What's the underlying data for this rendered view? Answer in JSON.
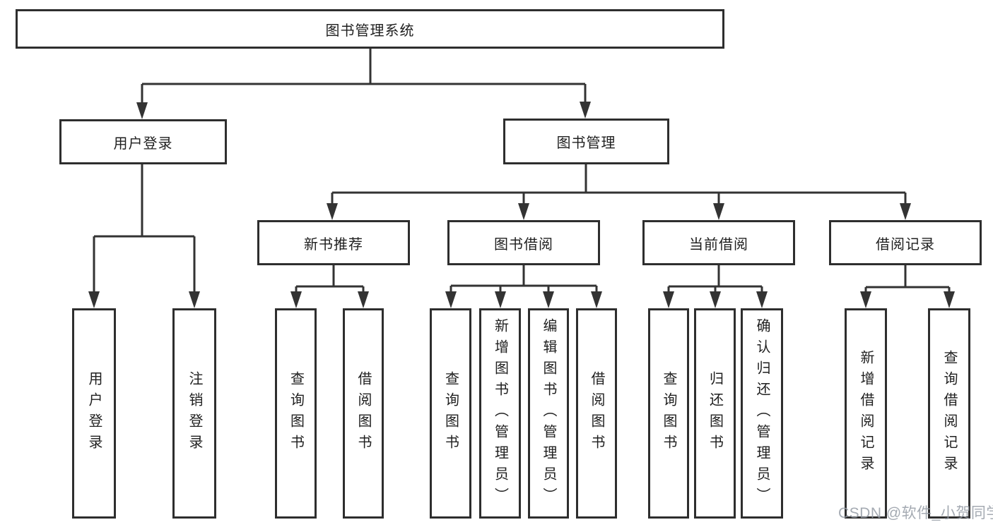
{
  "diagram_title": "图书管理系统",
  "tree": {
    "root": {
      "label": "图书管理系统",
      "children": [
        {
          "label": "用户登录",
          "children": [
            {
              "label": "用户登录"
            },
            {
              "label": "注销登录"
            }
          ]
        },
        {
          "label": "图书管理",
          "children": [
            {
              "label": "新书推荐",
              "children": [
                {
                  "label": "查询图书"
                },
                {
                  "label": "借阅图书"
                }
              ]
            },
            {
              "label": "图书借阅",
              "children": [
                {
                  "label": "查询图书"
                },
                {
                  "label": "新增图书（管理员）"
                },
                {
                  "label": "编辑图书（管理员）"
                },
                {
                  "label": "借阅图书"
                }
              ]
            },
            {
              "label": "当前借阅",
              "children": [
                {
                  "label": "查询图书"
                },
                {
                  "label": "归还图书"
                },
                {
                  "label": "确认归还（管理员）"
                }
              ]
            },
            {
              "label": "借阅记录",
              "children": [
                {
                  "label": "新增借阅记录"
                },
                {
                  "label": "查询借阅记录"
                }
              ]
            }
          ]
        }
      ]
    }
  },
  "watermark": "CSDN @软件_小贺同学",
  "colors": {
    "line": "#333333",
    "box_border": "#2e2e2e",
    "box_fill": "#ffffff",
    "text": "#1f1f1f",
    "watermark": "#949ba5",
    "background": "#ffffff"
  }
}
